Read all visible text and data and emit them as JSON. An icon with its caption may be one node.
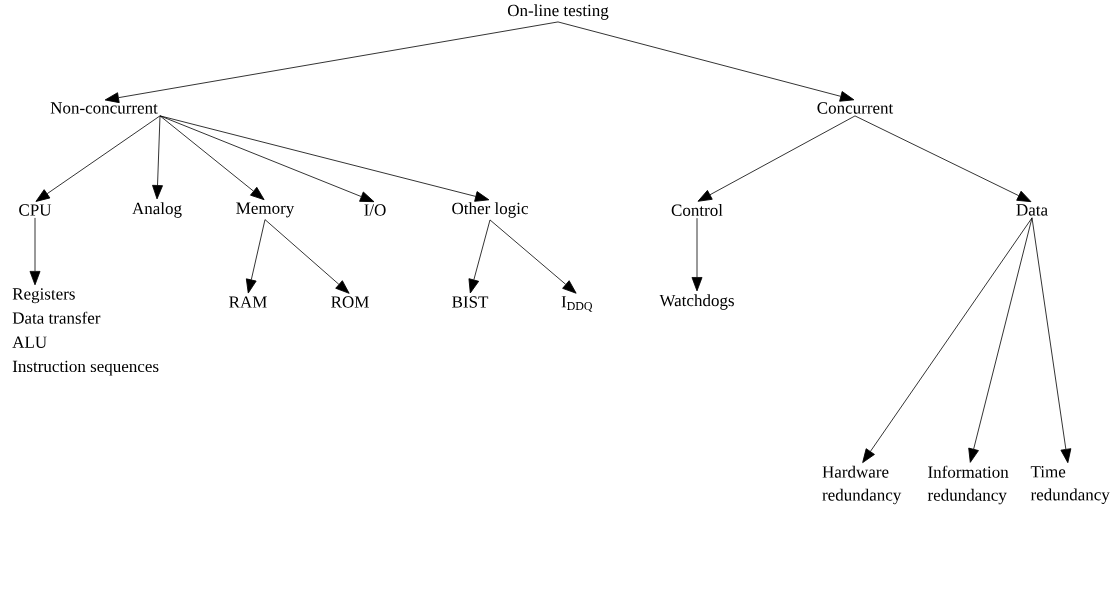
{
  "diagram": {
    "nodes": [
      {
        "text": [
          "On-line testing"
        ]
      },
      {
        "text": [
          "Non-concurrent"
        ]
      },
      {
        "text": [
          "Concurrent"
        ]
      },
      {
        "text": [
          "CPU"
        ]
      },
      {
        "text": [
          "Analog"
        ]
      },
      {
        "text": [
          "Memory"
        ]
      },
      {
        "text": [
          "I/O"
        ]
      },
      {
        "text": [
          "Other logic"
        ]
      },
      {
        "text": [
          "Control"
        ]
      },
      {
        "text": [
          "Data"
        ]
      },
      {
        "text": [
          "Registers",
          "Data transfer",
          "ALU",
          "Instruction sequences"
        ]
      },
      {
        "text": [
          "RAM"
        ]
      },
      {
        "text": [
          "ROM"
        ]
      },
      {
        "text": [
          "BIST"
        ]
      },
      {
        "text": [
          "I$_{DDQ}$"
        ]
      },
      {
        "text": [
          "Watchdogs"
        ]
      },
      {
        "text": [
          "Hardware redundancy"
        ]
      },
      {
        "text": [
          "Information redundancy"
        ]
      },
      {
        "text": [
          "Time redundancy"
        ]
      }
    ],
    "edges": [
      {
        "from": 0,
        "to": 1,
        "arrow": "to"
      },
      {
        "from": 0,
        "to": 2,
        "arrow": "to"
      },
      {
        "from": 1,
        "to": 3,
        "arrow": "to"
      },
      {
        "from": 1,
        "to": 4,
        "arrow": "to"
      },
      {
        "from": 1,
        "to": 5,
        "arrow": "to"
      },
      {
        "from": 1,
        "to": 6,
        "arrow": "to"
      },
      {
        "from": 1,
        "to": 7,
        "arrow": "to"
      },
      {
        "from": 3,
        "to": 10,
        "arrow": "to"
      },
      {
        "from": 5,
        "to": 11,
        "arrow": "to"
      },
      {
        "from": 5,
        "to": 12,
        "arrow": "to"
      },
      {
        "from": 7,
        "to": 13,
        "arrow": "to"
      },
      {
        "from": 7,
        "to": 14,
        "arrow": "to"
      },
      {
        "from": 2,
        "to": 8,
        "arrow": "to"
      },
      {
        "from": 2,
        "to": 9,
        "arrow": "to"
      },
      {
        "from": 8,
        "to": 15,
        "arrow": "to"
      },
      {
        "from": 9,
        "to": 16,
        "arrow": "to"
      },
      {
        "from": 9,
        "to": 17,
        "arrow": "to"
      },
      {
        "from": 9,
        "to": 18,
        "arrow": "to"
      }
    ]
  }
}
